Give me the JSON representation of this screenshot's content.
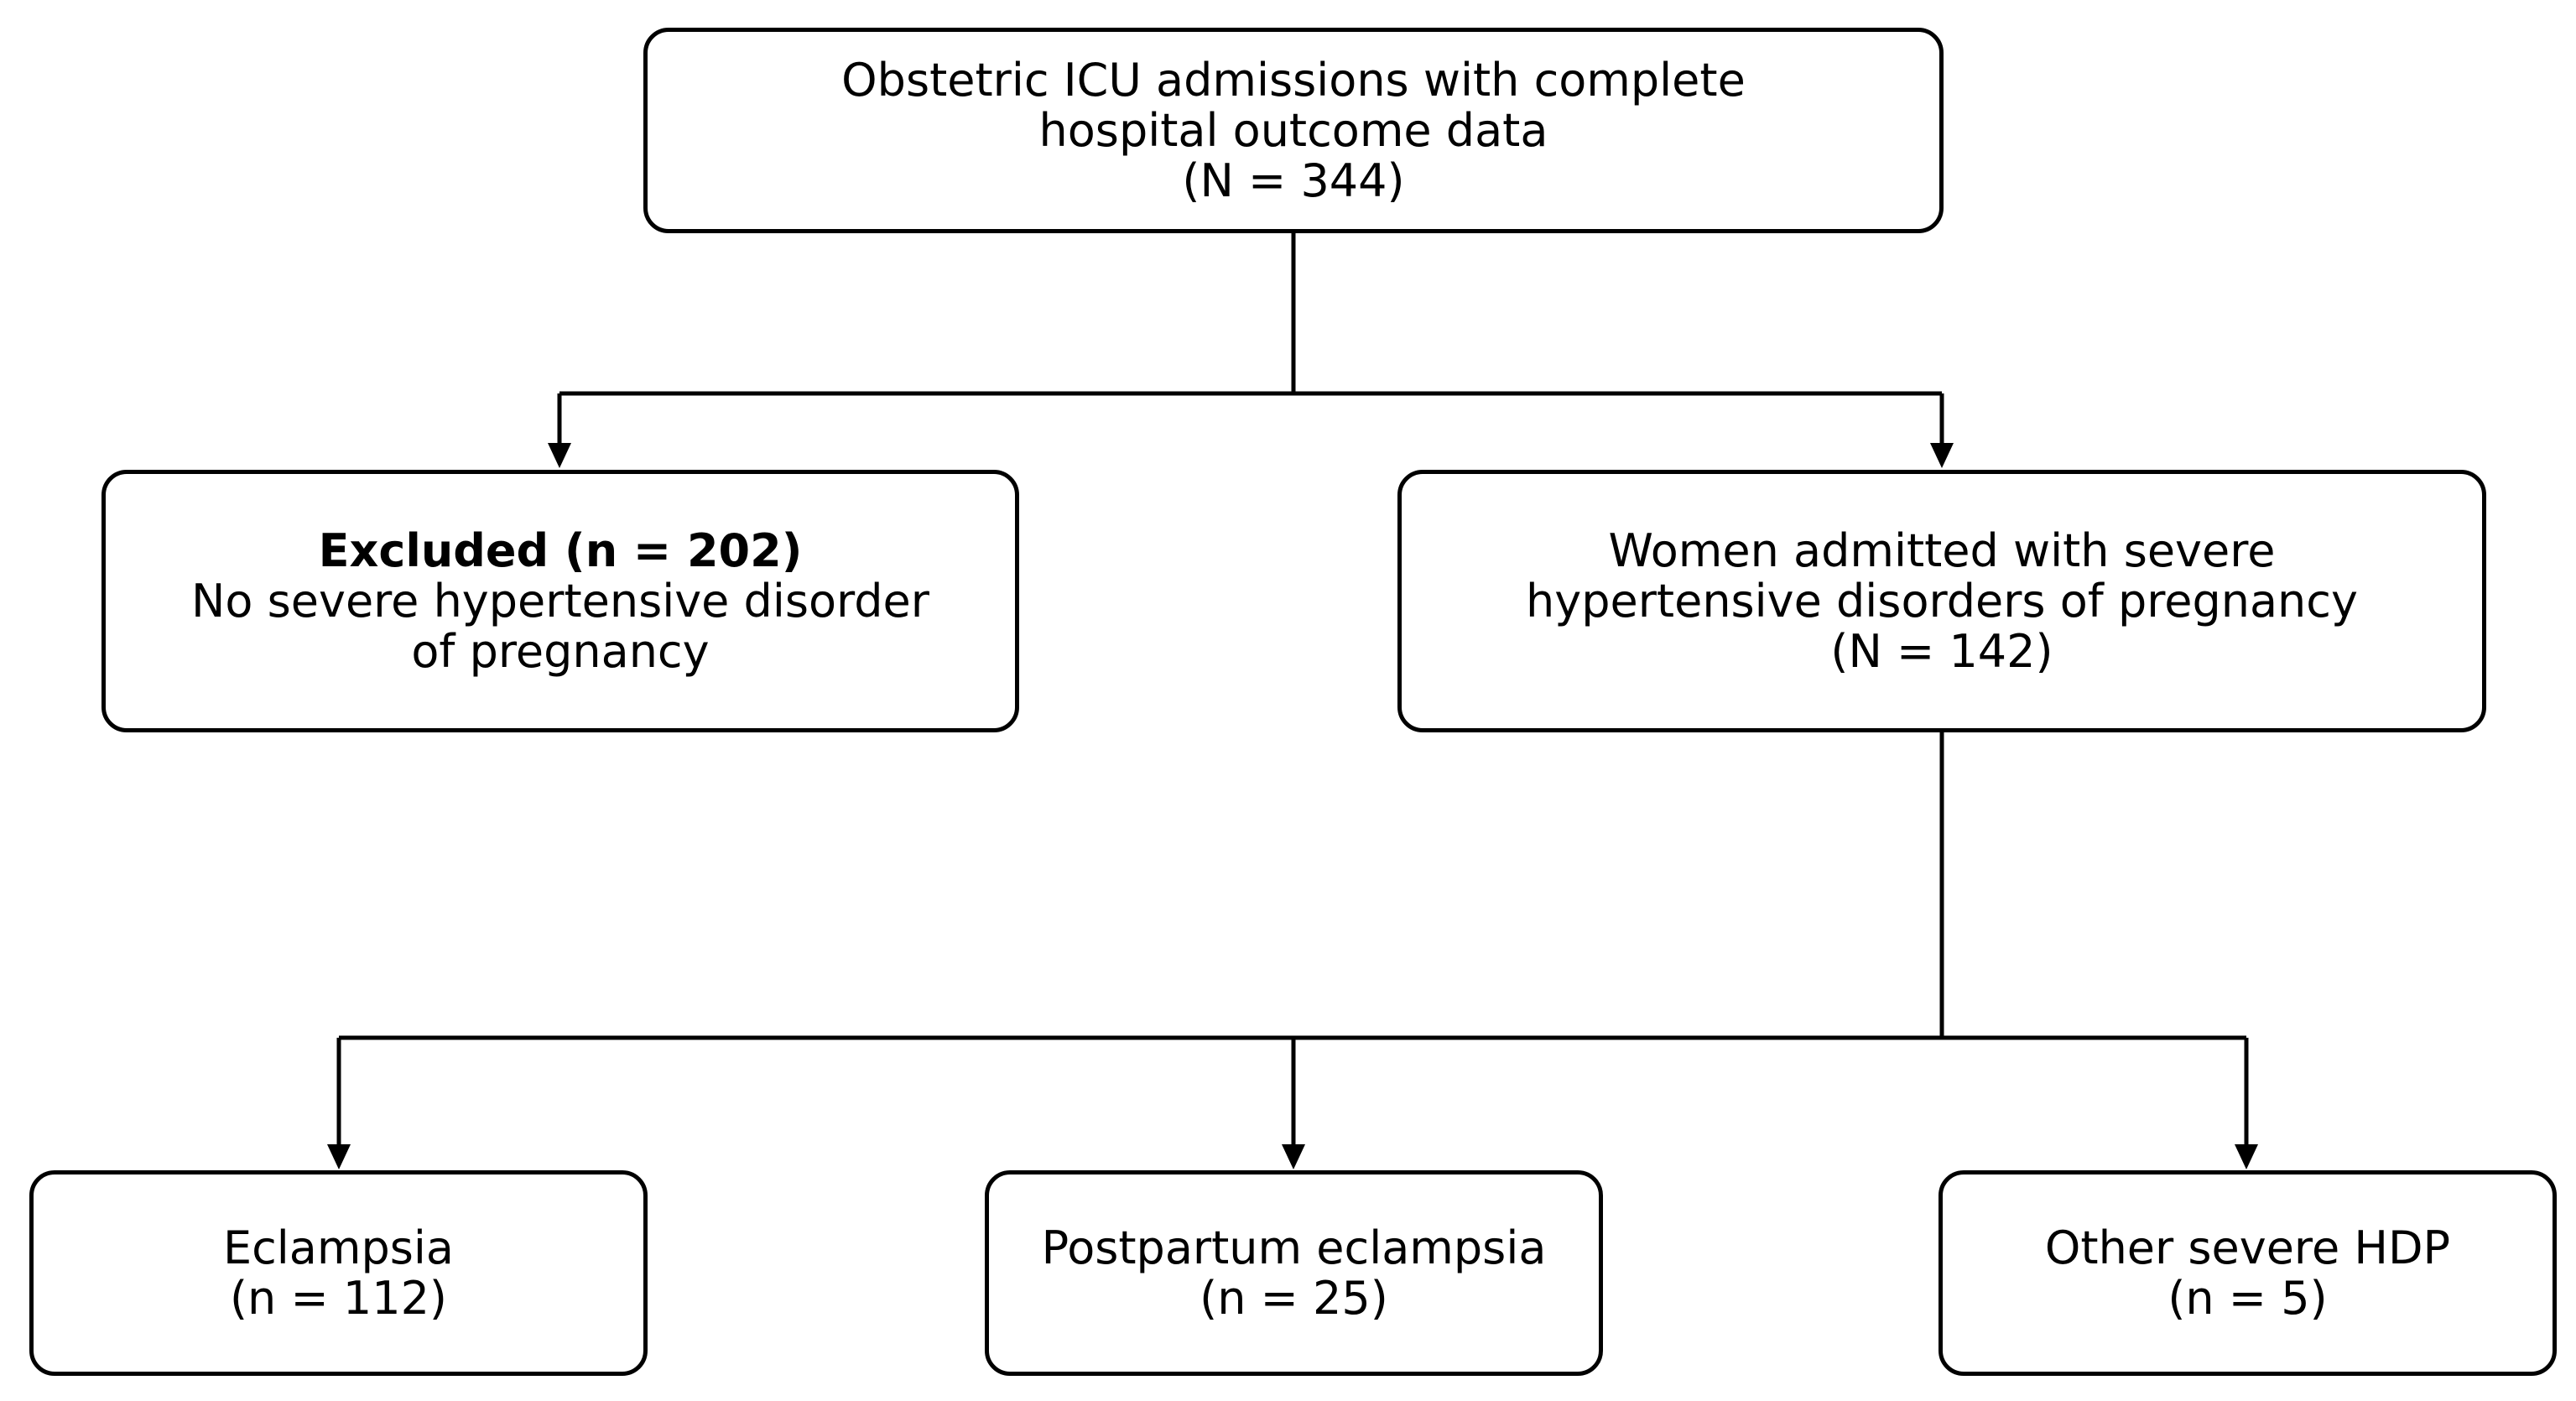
{
  "root": {
    "line1": "Obstetric ICU admissions with complete",
    "line2": "hospital outcome data",
    "count": "(N = 344)"
  },
  "excluded": {
    "title": "Excluded (n = 202)",
    "line1": "No severe hypertensive disorder",
    "line2": "of pregnancy"
  },
  "included": {
    "line1": "Women admitted with severe",
    "line2": "hypertensive disorders of pregnancy",
    "count": "(N = 142)"
  },
  "subgroups": [
    {
      "label": "Eclampsia",
      "count": "(n = 112)"
    },
    {
      "label": "Postpartum eclampsia",
      "count": "(n = 25)"
    },
    {
      "label": "Other severe HDP",
      "count": "(n = 5)"
    }
  ]
}
